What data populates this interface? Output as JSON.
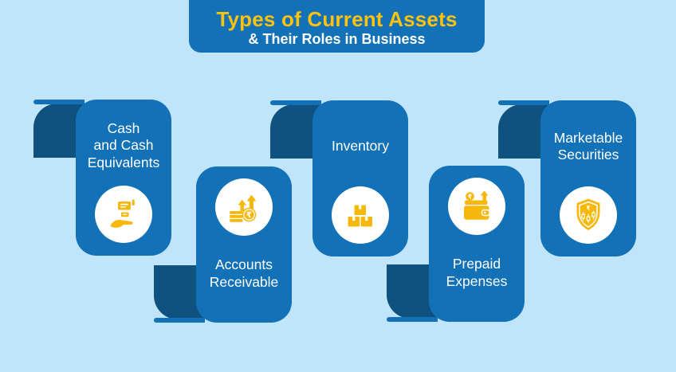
{
  "header": {
    "title": "Types of Current Assets",
    "subtitle": "& Their Roles in Business"
  },
  "cards": [
    {
      "name": "Cash and Cash Equivalents",
      "lines": [
        "Cash",
        "and Cash",
        "Equivalents"
      ],
      "icon": "hand-cash-icon",
      "fold": "top-left"
    },
    {
      "name": "Accounts Receivable",
      "lines": [
        "Accounts",
        "Receivable"
      ],
      "icon": "coins-growth-icon",
      "fold": "bottom-left"
    },
    {
      "name": "Inventory",
      "lines": [
        "Inventory"
      ],
      "icon": "inventory-boxes-icon",
      "fold": "top-left"
    },
    {
      "name": "Prepaid Expenses",
      "lines": [
        "Prepaid",
        "Expenses"
      ],
      "icon": "wallet-icon",
      "fold": "bottom-left"
    },
    {
      "name": "Marketable Securities",
      "lines": [
        "Marketable",
        "Securities"
      ],
      "icon": "shield-chart-icon",
      "fold": "top-left"
    }
  ],
  "colors": {
    "page-bg": "#c0e5fb",
    "banner-blue": "#1271b7",
    "card-blue": "#1271b7",
    "fold-blue": "#10527f",
    "accent-yellow": "#f7b80d",
    "title-yellow": "#ffc20e",
    "text-white": "#ffffff"
  }
}
